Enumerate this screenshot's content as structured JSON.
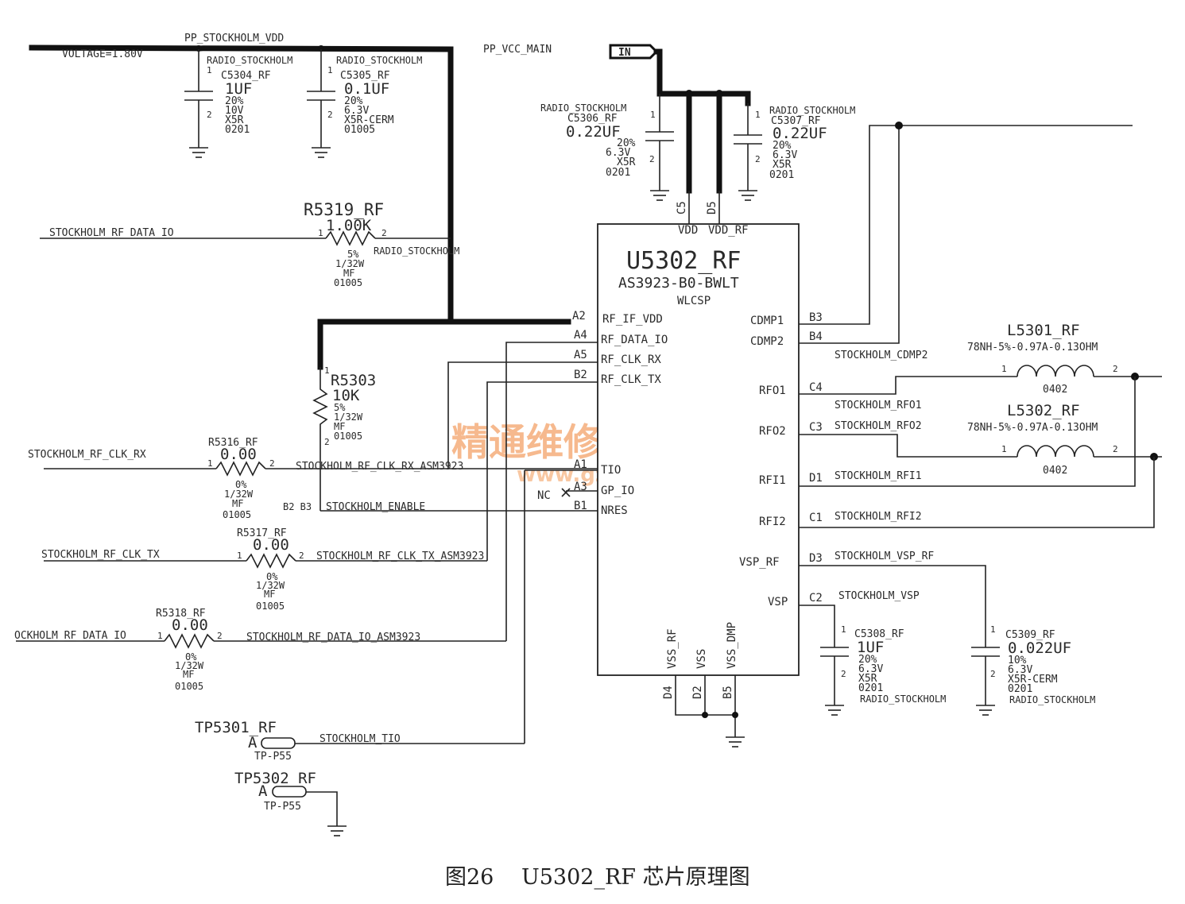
{
  "caption": {
    "figure": "图26",
    "title": "U5302_RF 芯片原理图"
  },
  "watermark": {
    "cn": "精通维修下载",
    "url": "www.gzweix.com"
  },
  "power": {
    "vdd_rail": "PP_STOCKHOLM_VDD",
    "voltage": "VOLTAGE=1.80V",
    "vcc_main": "PP_VCC_MAIN",
    "vcc_port": "IN"
  },
  "chip": {
    "ref": "U5302_RF",
    "part": "AS3923-B0-BWLT",
    "package": "WLCSP",
    "pins_top": [
      {
        "ball": "C5",
        "name": "VDD"
      },
      {
        "ball": "D5",
        "name": "VDD_RF"
      }
    ],
    "pins_left": [
      {
        "ball": "A2",
        "name": "RF_IF_VDD"
      },
      {
        "ball": "A4",
        "name": "RF_DATA_IO"
      },
      {
        "ball": "A5",
        "name": "RF_CLK_RX"
      },
      {
        "ball": "B2",
        "name": "RF_CLK_TX"
      },
      {
        "ball": "A1",
        "name": "TIO"
      },
      {
        "ball": "A3",
        "name": "GP_IO"
      },
      {
        "ball": "B1",
        "name": "NRES"
      }
    ],
    "pins_right": [
      {
        "ball": "B3",
        "name": "CDMP1"
      },
      {
        "ball": "B4",
        "name": "CDMP2"
      },
      {
        "ball": "C4",
        "name": "RFO1"
      },
      {
        "ball": "C3",
        "name": "RFO2"
      },
      {
        "ball": "D1",
        "name": "RFI1"
      },
      {
        "ball": "C1",
        "name": "RFI2"
      },
      {
        "ball": "D3",
        "name": "VSP_RF"
      },
      {
        "ball": "C2",
        "name": "VSP"
      }
    ],
    "pins_bottom": [
      {
        "ball": "D4",
        "name": "VSS_RF"
      },
      {
        "ball": "D2",
        "name": "VSS"
      },
      {
        "ball": "B5",
        "name": "VSS_DMP"
      }
    ],
    "nc_label": "NC"
  },
  "nets": {
    "cdmp2": "STOCKHOLM_CDMP2",
    "rfo1": "STOCKHOLM_RFO1",
    "rfo2": "STOCKHOLM_RFO2",
    "rfi1": "STOCKHOLM_RFI1",
    "rfi2": "STOCKHOLM_RFI2",
    "vsp_rf": "STOCKHOLM_VSP_RF",
    "vsp": "STOCKHOLM_VSP",
    "data_in": "STOCKHOLM_RF_DATA_IO",
    "clk_rx_in": "STOCKHOLM_RF_CLK_RX",
    "clk_rx_out": "STOCKHOLM_RF_CLK_RX_ASM3923",
    "clk_tx_in": "STOCKHOLM_RF_CLK_TX",
    "clk_tx_out": "STOCKHOLM_RF_CLK_TX_ASM3923",
    "data_in2": "OCKHOLM_RF_DATA_IO",
    "data_out": "STOCKHOLM_RF_DATA_IO_ASM3923",
    "enable": "STOCKHOLM_ENABLE",
    "tio": "STOCKHOLM_TIO",
    "radio_stockholm": "RADIO_STOCKHOLM",
    "b2b3": "B2 B3"
  },
  "capacitors": [
    {
      "ref": "C5304_RF",
      "value": "1UF",
      "tol": "20%",
      "volt": "10V",
      "diel": "X5R",
      "size": "0201",
      "tag": "RADIO_STOCKHOLM"
    },
    {
      "ref": "C5305_RF",
      "value": "0.1UF",
      "tol": "20%",
      "volt": "6.3V",
      "diel": "X5R-CERM",
      "size": "01005",
      "tag": "RADIO_STOCKHOLM"
    },
    {
      "ref": "C5306_RF",
      "value": "0.22UF",
      "tol": "20%",
      "volt": "6.3V",
      "diel": "X5R",
      "size": "0201",
      "tag": "RADIO_STOCKHOLM"
    },
    {
      "ref": "C5307_RF",
      "value": "0.22UF",
      "tol": "20%",
      "volt": "6.3V",
      "diel": "X5R",
      "size": "0201",
      "tag": "RADIO_STOCKHOLM"
    },
    {
      "ref": "C5308_RF",
      "value": "1UF",
      "tol": "20%",
      "volt": "6.3V",
      "diel": "X5R",
      "size": "0201",
      "tag": "RADIO_STOCKHOLM"
    },
    {
      "ref": "C5309_RF",
      "value": "0.022UF",
      "tol": "10%",
      "volt": "6.3V",
      "diel": "X5R-CERM",
      "size": "0201",
      "tag": "RADIO_STOCKHOLM"
    }
  ],
  "resistors": [
    {
      "ref": "R5319_RF",
      "value": "1.00K",
      "tol": "5%",
      "pwr": "1/32W",
      "type": "MF",
      "size": "01005"
    },
    {
      "ref": "R5303",
      "value": "10K",
      "tol": "5%",
      "pwr": "1/32W",
      "type": "MF",
      "size": "01005"
    },
    {
      "ref": "R5316_RF",
      "value": "0.00",
      "tol": "0%",
      "pwr": "1/32W",
      "type": "MF",
      "size": "01005"
    },
    {
      "ref": "R5317_RF",
      "value": "0.00",
      "tol": "0%",
      "pwr": "1/32W",
      "type": "MF",
      "size": "01005"
    },
    {
      "ref": "R5318_RF",
      "value": "0.00",
      "tol": "0%",
      "pwr": "1/32W",
      "type": "MF",
      "size": "01005"
    }
  ],
  "inductors": [
    {
      "ref": "L5301_RF",
      "value": "78NH-5%-0.97A-0.13OHM",
      "size": "0402"
    },
    {
      "ref": "L5302_RF",
      "value": "78NH-5%-0.97A-0.13OHM",
      "size": "0402"
    }
  ],
  "testpoints": [
    {
      "ref": "TP5301_RF",
      "pin": "A",
      "part": "TP-P55"
    },
    {
      "ref": "TP5302_RF",
      "pin": "A",
      "part": "TP-P55"
    }
  ],
  "pin_numbers": {
    "one": "1",
    "two": "2"
  }
}
